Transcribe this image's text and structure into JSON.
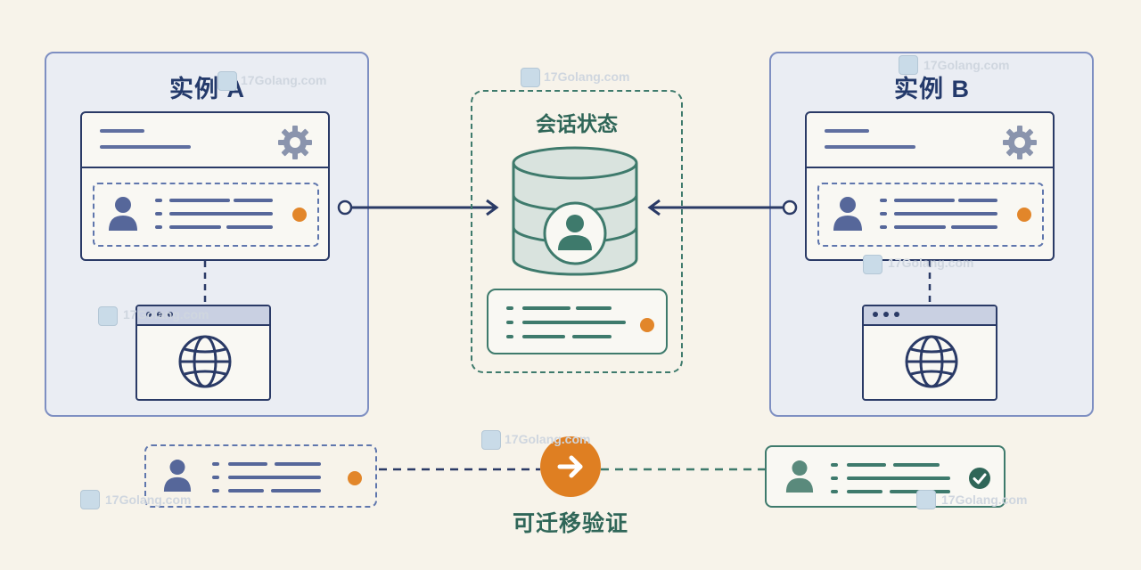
{
  "instances": [
    {
      "title": "实例 A"
    },
    {
      "title": "实例 B"
    }
  ],
  "center": {
    "title": "会话状态"
  },
  "bottom": {
    "label": "可迁移验证"
  },
  "watermark": {
    "text": "17Golang.com"
  },
  "colors": {
    "navy": "#2a3a66",
    "teal": "#3e7a6c",
    "orange": "#e2862a",
    "panel": "#eaedf3",
    "background": "#f7f3ea"
  },
  "icons": [
    "gear-icon",
    "user-icon",
    "globe-icon",
    "database-icon",
    "arrow-right-icon",
    "check-icon"
  ]
}
